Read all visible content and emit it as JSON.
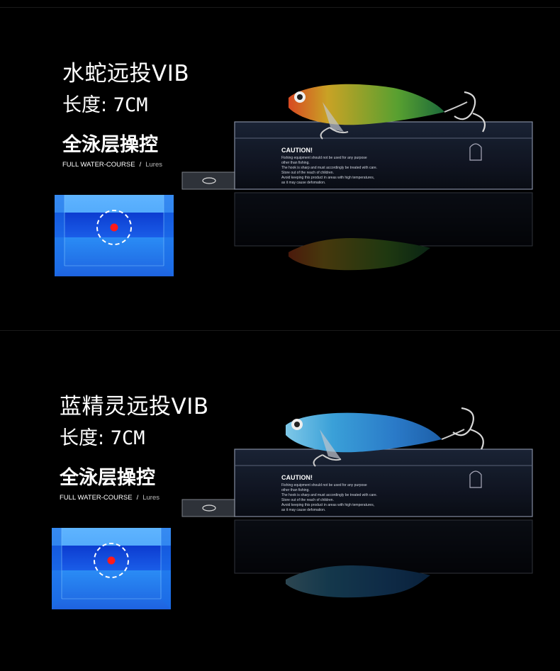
{
  "products": [
    {
      "title": "水蛇远投VIB",
      "length_label": "长度:",
      "length_value": "7CM",
      "layer_label": "全泳层操控",
      "water_course": "FULL WATER-COURSE",
      "separator": "/",
      "lures": "Lures",
      "box": {
        "caution_title": "CAUTION!",
        "caution_lines": [
          "Fishing equipment should not be used for any purpose",
          "other than fishing.",
          "The hook is sharp and must accordingly be treated with care.",
          "Store out of the reach of children.",
          "Avoid keeping this product in areas with high temperatures,",
          "as it may cause defomation."
        ]
      },
      "colors": {
        "body": "#b88d1c",
        "back": "#2f7a2a",
        "head": "#c9502a"
      }
    },
    {
      "title": "蓝精灵远投VIB",
      "length_label": "长度:",
      "length_value": "7CM",
      "layer_label": "全泳层操控",
      "water_course": "FULL WATER-COURSE",
      "separator": "/",
      "lures": "Lures",
      "box": {
        "caution_title": "CAUTION!",
        "caution_lines": [
          "Fishing equipment should not be used for any purpose",
          "other than fishing.",
          "The hook is sharp and must accordingly be treated with care.",
          "Store out of the reach of children.",
          "Avoid keeping this product in areas with high temperatures,",
          "as it may cause defomation."
        ]
      },
      "colors": {
        "body": "#3aa0d8",
        "back": "#1d5fa8",
        "head": "#7fc8e8"
      }
    }
  ]
}
